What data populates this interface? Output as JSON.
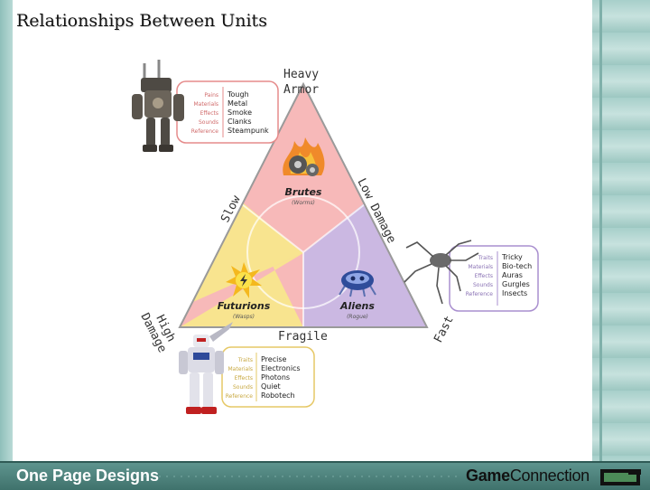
{
  "title": "Relationships Between Units",
  "corners": {
    "top": [
      "Heavy",
      "Armor"
    ],
    "bottom": "Fragile"
  },
  "edges": {
    "left_top": "Slow",
    "right_top": [
      "Low",
      "Damage"
    ],
    "left_bottom": [
      "High",
      "Damage"
    ],
    "right_bottom": "Fast"
  },
  "units": [
    {
      "name": "Brutes",
      "subtitle": "(Worms)",
      "icon": "gears-flame-icon",
      "color": "#f4a5a5"
    },
    {
      "name": "Futurions",
      "subtitle": "(Wasps)",
      "icon": "lightning-sun-icon",
      "color": "#f8e38c"
    },
    {
      "name": "Aliens",
      "subtitle": "(Rogue)",
      "icon": "alien-bug-icon",
      "color": "#c4b1de"
    }
  ],
  "cards": [
    {
      "labels": [
        "Pains",
        "Materials",
        "Effects",
        "Sounds",
        "Reference"
      ],
      "values": [
        "Tough",
        "Metal",
        "Smoke",
        "Clanks",
        "Steampunk"
      ],
      "accent": "#e58b8b"
    },
    {
      "labels": [
        "Traits",
        "Materials",
        "Effects",
        "Sounds",
        "Reference"
      ],
      "values": [
        "Tricky",
        "Bio-tech",
        "Auras",
        "Gurgles",
        "Insects"
      ],
      "accent": "#a98fcf"
    },
    {
      "labels": [
        "Traits",
        "Materials",
        "Effects",
        "Sounds",
        "Reference"
      ],
      "values": [
        "Precise",
        "Electronics",
        "Photons",
        "Quiet",
        "Robotech"
      ],
      "accent": "#e6c866"
    }
  ],
  "footer": {
    "left": "One Page Designs",
    "brand_bold": "Game",
    "brand_normal": "Connection"
  }
}
